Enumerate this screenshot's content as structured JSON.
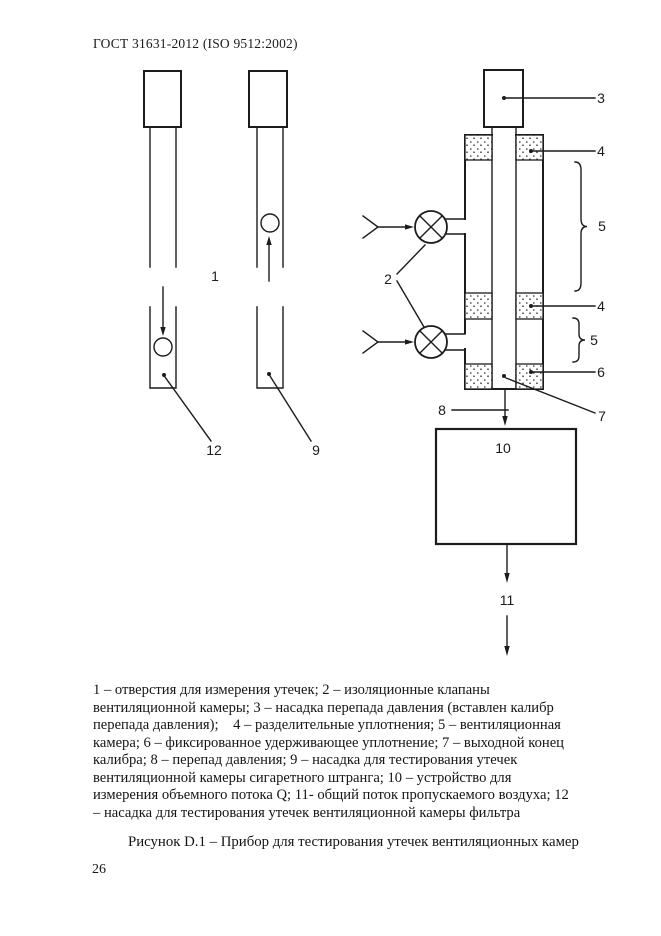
{
  "page": {
    "header": "ГОСТ 31631-2012 (ISO 9512:2002)",
    "page_number": "26"
  },
  "figure": {
    "labels": {
      "n1": "1",
      "n2": "2",
      "n3": "3",
      "n4_top": "4",
      "n5_top": "5",
      "n4_mid": "4",
      "n5_bottom": "5",
      "n6": "6",
      "n7": "7",
      "n8": "8",
      "n9": "9",
      "n10": "10",
      "n11": "11",
      "n12": "12"
    },
    "caption_lines": [
      "1 – отверстия для измерения утечек; 2 – изоляционные клапаны",
      "вентиляционной камеры; 3 – насадка перепада давления (вставлен калибр",
      "перепада давления);    4 – разделительные уплотнения; 5 – вентиляционная",
      "камера; 6 – фиксированное удерживающее уплотнение; 7 – выходной конец",
      "калибра; 8 – перепад давления; 9 – насадка для тестирования утечек",
      "вентиляционной камеры сигаретного штранга; 10 – устройство для",
      "измерения объемного потока Q; 11- общий поток пропускаемого воздуха; 12",
      "– насадка для тестирования утечек вентиляционной камеры фильтра"
    ],
    "caption_title": "Рисунок D.1 – Прибор для тестирования утечек вентиляционных камер"
  }
}
